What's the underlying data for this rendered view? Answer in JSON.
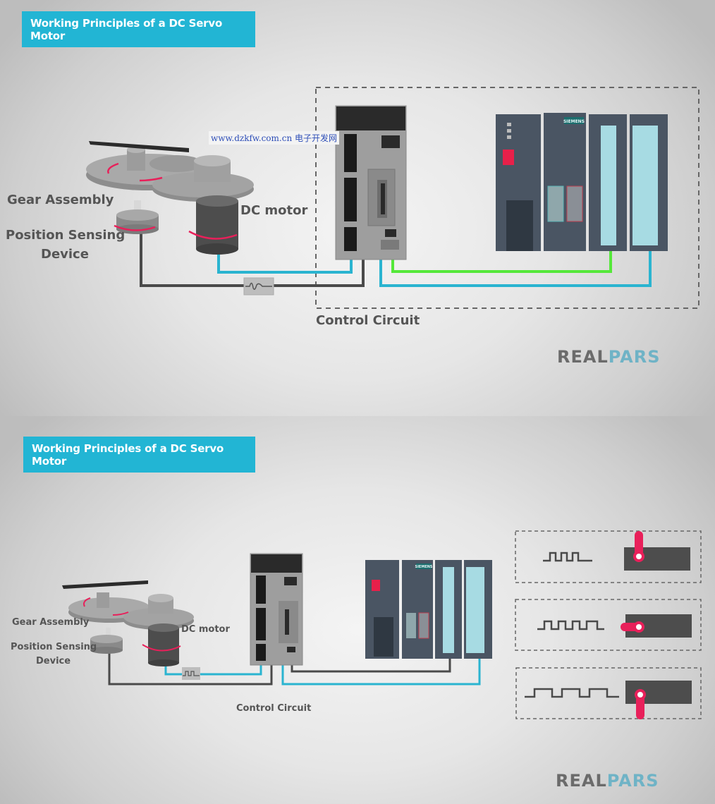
{
  "panels": [
    {
      "title": "Working Principles of a DC Servo Motor",
      "labels": {
        "gear_assembly": "Gear Assembly",
        "position_sensing_line1": "Position Sensing",
        "position_sensing_line2": "Device",
        "dc_motor": "DC motor",
        "control_circuit": "Control Circuit"
      },
      "plc_brand": "SIEMENS",
      "logo": {
        "part1": "REAL",
        "part2": "PARS"
      }
    },
    {
      "title": "Working Principles of a DC Servo Motor",
      "labels": {
        "gear_assembly": "Gear Assembly",
        "position_sensing_line1": "Position Sensing",
        "position_sensing_line2": "Device",
        "dc_motor": "DC motor",
        "control_circuit": "Control Circuit"
      },
      "plc_brand": "SIEMENS",
      "pulse_examples": [
        {
          "pulse_width": "short",
          "shaft_position": "up"
        },
        {
          "pulse_width": "medium",
          "shaft_position": "left"
        },
        {
          "pulse_width": "long",
          "shaft_position": "down"
        }
      ],
      "logo": {
        "part1": "REAL",
        "part2": "PARS"
      }
    }
  ],
  "watermark": "www.dzkfw.com.cn 电子开发网",
  "colors": {
    "banner": "#22b5d4",
    "wire_blue": "#2ab4d0",
    "wire_green": "#55e83a",
    "wire_dark": "#4a4a4a",
    "arrow_pink": "#e8205a"
  }
}
